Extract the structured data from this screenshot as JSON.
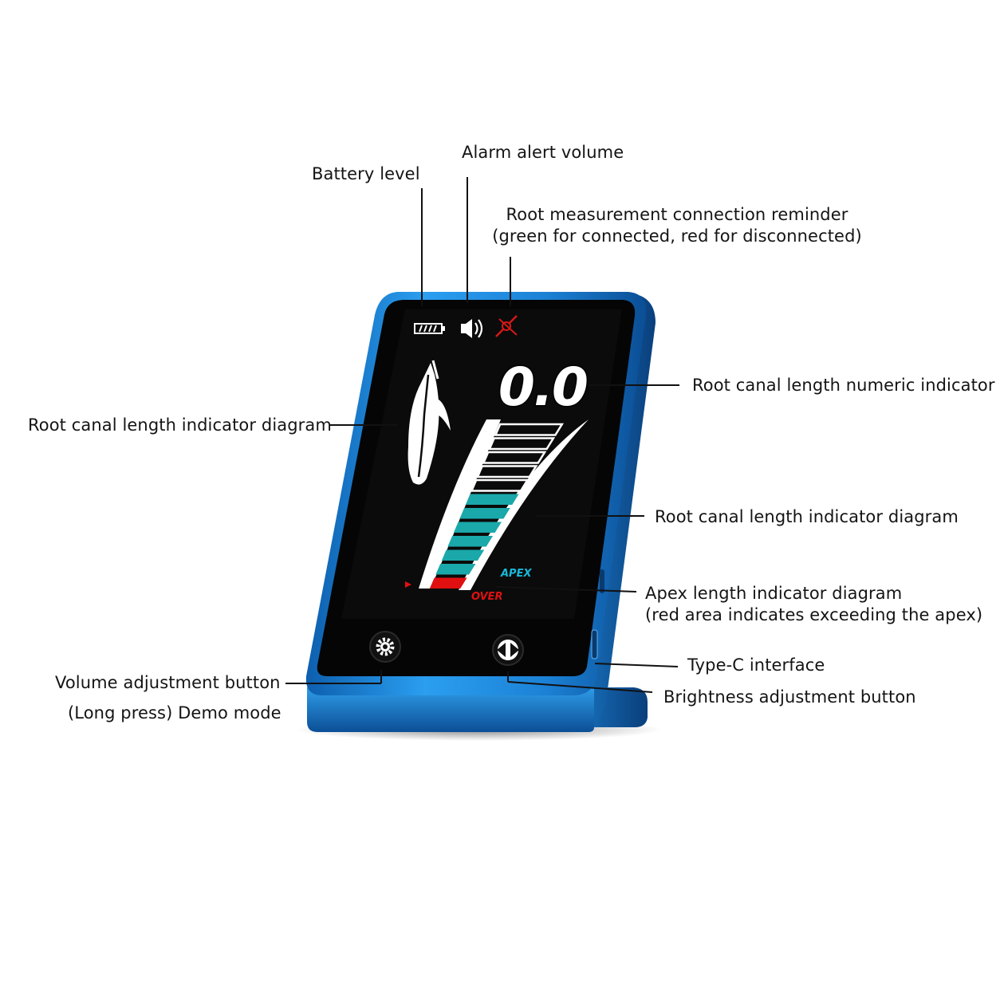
{
  "labels": {
    "battery_level": "Battery level",
    "alarm_volume": "Alarm alert volume",
    "connection_reminder": {
      "line1": "Root measurement connection reminder",
      "line2": "(green for connected, red for disconnected)"
    },
    "numeric_indicator": "Root canal length numeric indicator",
    "left_diagram": "Root canal length indicator diagram",
    "right_diagram": "Root canal length indicator diagram",
    "apex_diagram": {
      "line1": "Apex length indicator diagram",
      "line2": "(red area indicates exceeding the apex)"
    },
    "type_c": "Type-C interface",
    "brightness_button": "Brightness adjustment button",
    "volume_button": {
      "line1": "Volume adjustment button",
      "line2": "(Long press) Demo mode"
    }
  },
  "screen": {
    "reading": "0.0",
    "apex_text": "APEX",
    "over_text": "OVER",
    "bars": {
      "white_segments": 5,
      "teal_segments": 6,
      "red_segments": 1
    },
    "icons": [
      "battery-icon",
      "speaker-icon",
      "disconnected-plug-icon",
      "tooth-icon",
      "settings-gear-icon",
      "left-right-arrows-icon"
    ]
  },
  "colors": {
    "device_blue": "#1e88d8",
    "screen_black": "#050505",
    "bar_teal": "#1aa8aa",
    "bar_white": "#ffffff",
    "over_red": "#e01010",
    "apex_text": "#18b8d8",
    "disconnect_icon_red": "#d81818"
  }
}
